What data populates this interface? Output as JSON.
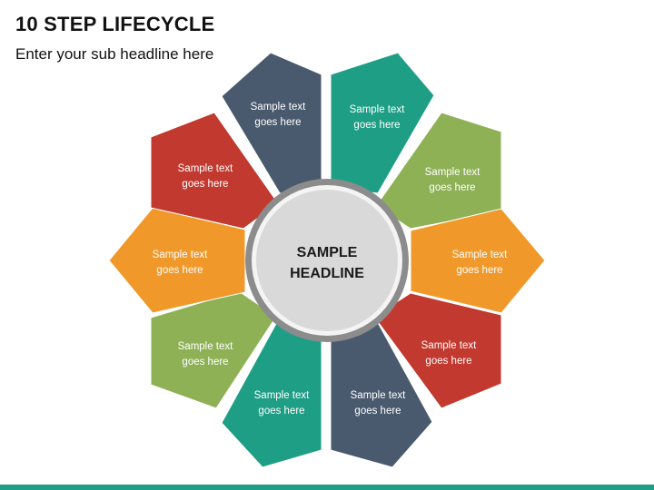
{
  "title": "10 STEP LIFECYCLE",
  "subtitle": "Enter your sub headline here",
  "center": {
    "line1": "SAMPLE",
    "line2": "HEADLINE"
  },
  "segments": [
    {
      "line1": "Sample text",
      "line2": "goes here",
      "color": "#4a5a6e"
    },
    {
      "line1": "Sample text",
      "line2": "goes here",
      "color": "#1f9e86"
    },
    {
      "line1": "Sample text",
      "line2": "goes here",
      "color": "#8fb156"
    },
    {
      "line1": "Sample text",
      "line2": "goes here",
      "color": "#f0992a"
    },
    {
      "line1": "Sample text",
      "line2": "goes here",
      "color": "#c1392f"
    },
    {
      "line1": "Sample text",
      "line2": "goes here",
      "color": "#4a5a6e"
    },
    {
      "line1": "Sample text",
      "line2": "goes here",
      "color": "#1f9e86"
    },
    {
      "line1": "Sample text",
      "line2": "goes here",
      "color": "#8fb156"
    },
    {
      "line1": "Sample text",
      "line2": "goes here",
      "color": "#f0992a"
    },
    {
      "line1": "Sample text",
      "line2": "goes here",
      "color": "#c1392f"
    }
  ],
  "colors": {
    "bottom_bar": "#1f9e86",
    "ring_outer": "#8c8c8c",
    "ring_inner": "#d9d9d9"
  }
}
